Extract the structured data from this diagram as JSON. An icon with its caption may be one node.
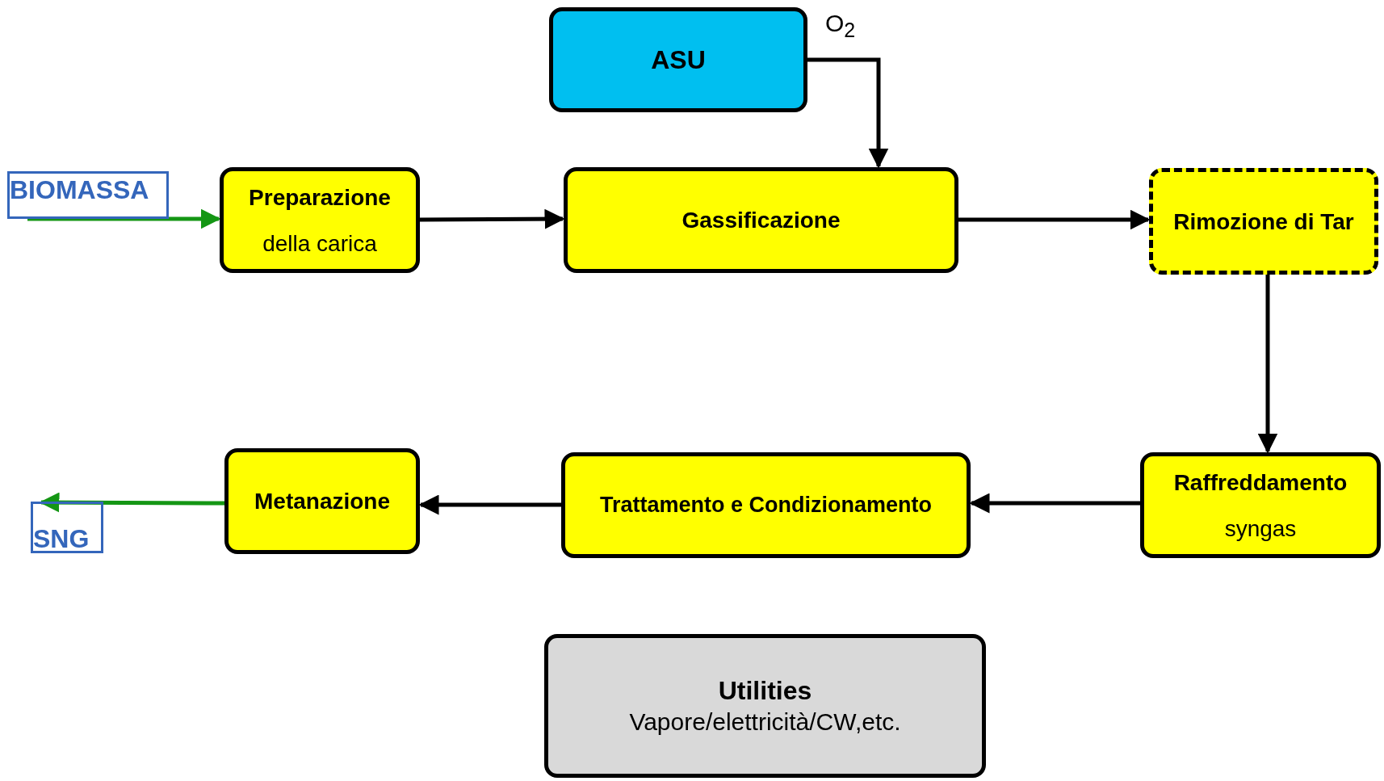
{
  "diagram": {
    "nodes": [
      {
        "text": [
          "ASU"
        ]
      },
      {
        "text": [
          "Preparazione",
          "della carica"
        ]
      },
      {
        "text": [
          "Gassificazione"
        ]
      },
      {
        "text": [
          "Rimozione di Tar"
        ]
      },
      {
        "text": [
          "Raffreddamento",
          "syngas"
        ]
      },
      {
        "text": [
          "Trattamento e Condizionamento"
        ]
      },
      {
        "text": [
          "Metanazione"
        ]
      },
      {
        "text": [
          "Utilities",
          "Vapore/elettricità/CW,etc."
        ]
      },
      {
        "text": [
          "BIOMASSA"
        ]
      },
      {
        "text": [
          "SNG"
        ]
      }
    ],
    "edges": [
      {
        "from": 8,
        "to": 1,
        "arrow": "to",
        "color": "#149614"
      },
      {
        "from": 0,
        "to": 2,
        "arrow": "to",
        "label": "O$_{2}$"
      },
      {
        "from": 1,
        "to": 2,
        "arrow": "to"
      },
      {
        "from": 2,
        "to": 3,
        "arrow": "to"
      },
      {
        "from": 3,
        "to": 4,
        "arrow": "to"
      },
      {
        "from": 4,
        "to": 5,
        "arrow": "to"
      },
      {
        "from": 5,
        "to": 6,
        "arrow": "to"
      },
      {
        "from": 6,
        "to": 9,
        "arrow": "to",
        "color": "#149614"
      }
    ]
  }
}
